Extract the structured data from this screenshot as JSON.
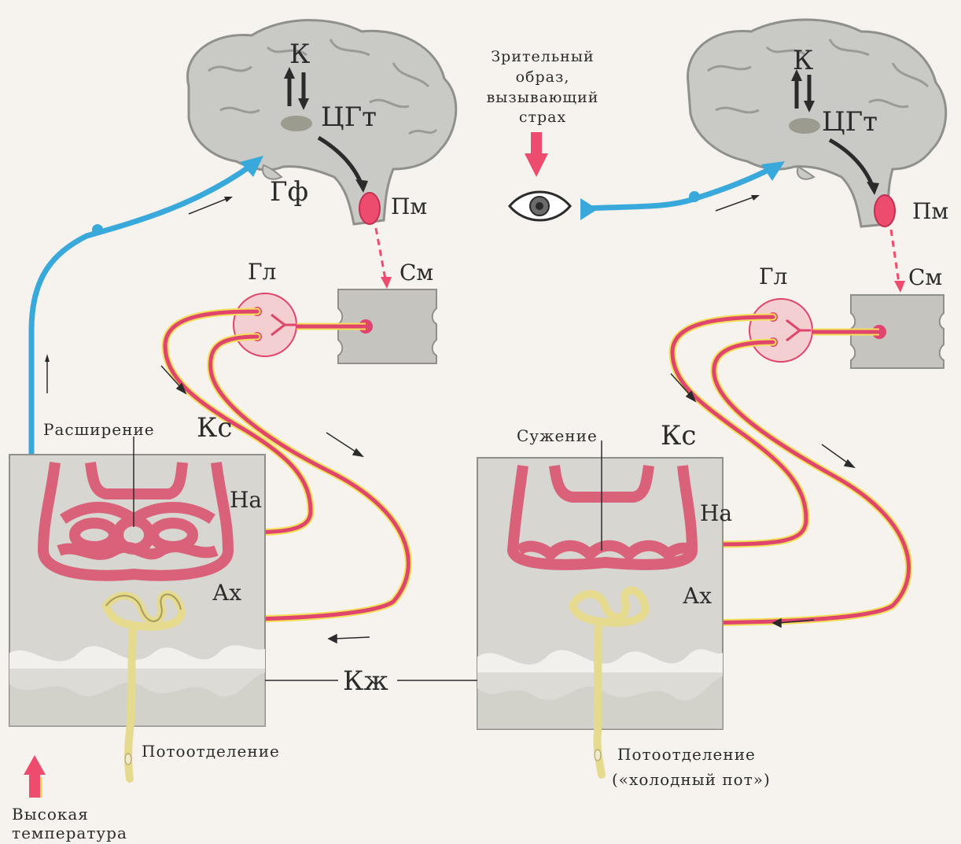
{
  "labels": {
    "left": {
      "cortex": "К",
      "hypothalamus_center": "ЦГт",
      "hypophysis": "Гф",
      "medulla": "Пм",
      "spinal_cord": "См",
      "ganglion": "Гл",
      "sympathetic_chain": "Кс",
      "noradrenaline": "На",
      "acetylcholine": "Ах",
      "vessel_state": "Расширение",
      "sweat": "Потоотделение",
      "stimulus": "Высокая\nтемпература"
    },
    "right": {
      "cortex": "К",
      "hypothalamus_center": "ЦГт",
      "medulla": "Пм",
      "spinal_cord": "См",
      "ganglion": "Гл",
      "sympathetic_chain": "Кс",
      "noradrenaline": "На",
      "acetylcholine": "Ах",
      "vessel_state": "Сужение",
      "sweat": "Потоотделение",
      "sweat_note": "(«холодный пот»)"
    },
    "stimulus_visual": "Зрительный\nобраз,\nвызывающий\nстрах",
    "skin": "Кж",
    "stimulus_high_temp": "Высокая\nтемпература"
  },
  "colors": {
    "afferent_nerve": "#39a9dc",
    "efferent_nerve": "#e0456e",
    "nerve_shadow": "#f3e05a",
    "brain": "#c9c9c6",
    "skin_tissue": "#d8d6d0",
    "vessel": "#d9627a",
    "sweat_gland": "#e6da8e",
    "stimulus_arrow": "#ef4f73"
  }
}
